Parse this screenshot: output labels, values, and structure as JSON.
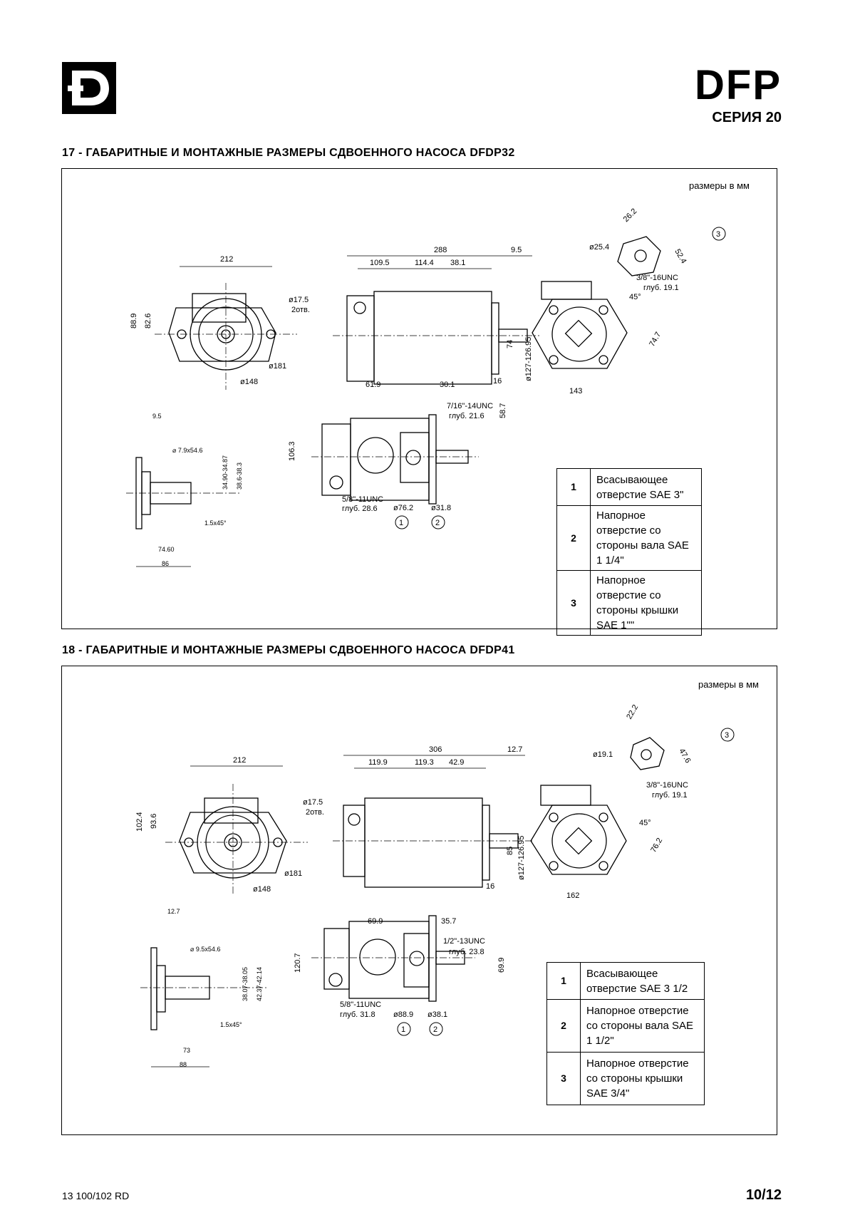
{
  "header": {
    "series_code": "DFP",
    "series_label": "СЕРИЯ 20"
  },
  "sections": [
    {
      "title": "17 - ГАБАРИТНЫЕ И МОНТАЖНЫЕ РАЗМЕРЫ СДВОЕННОГО НАСОСА DFDP32",
      "units_note": "размеры в мм",
      "dims": {
        "front_width": "212",
        "bolt_hole": "ø17.5",
        "holes_count": "2отв.",
        "h1": "88.9",
        "h2": "82.6",
        "d181": "ø181",
        "d148": "ø148",
        "len_total": "288",
        "flange_t": "9.5",
        "len_a": "109.5",
        "len_b": "114.4",
        "len_c": "38.1",
        "shaft_d": "ø127-126.95",
        "shaft_len": "16",
        "p3_a": "26.2",
        "p3_b": "52.4",
        "p3_d": "ø25.4",
        "p3_thread": "3/8\"-16UNC",
        "p3_depth": "глуб. 19.1",
        "angle": "45°",
        "rear_h": "74",
        "rear_diag": "74.7",
        "rear_w": "143",
        "key_t": "9.5",
        "key": "⌀ 7.9x54.6",
        "shaft_tol1": "34.90-34.87",
        "shaft_tol2": "38.6-38.3",
        "chamfer": "1.5x45°",
        "shaft_l1": "74.60",
        "shaft_l2": "86",
        "top_a": "61.9",
        "top_b": "30.1",
        "port_thread": "7/16\"-14UNC",
        "port_depth": "глуб. 21.6",
        "port_h": "58.7",
        "side_h": "106.3",
        "inlet_thread": "5/8\"-11UNC",
        "inlet_depth": "глуб. 28.6",
        "inlet_d": "ø76.2",
        "outlet_d": "ø31.8"
      },
      "legend": [
        {
          "num": "1",
          "text": "Всасывающее отверстие SAE 3\""
        },
        {
          "num": "2",
          "text": "Напорное отверстие со стороны вала SAE 1 1/4\""
        },
        {
          "num": "3",
          "text": "Напорное отверстие со стороны крышки SAE 1\"\""
        }
      ]
    },
    {
      "title": "18 - ГАБАРИТНЫЕ И МОНТАЖНЫЕ РАЗМЕРЫ СДВОЕННОГО НАСОСА DFDP41",
      "units_note": "размеры в мм",
      "dims": {
        "front_width": "212",
        "bolt_hole": "ø17.5",
        "holes_count": "2отв.",
        "h1": "102.4",
        "h2": "93.6",
        "d181": "ø181",
        "d148": "ø148",
        "len_total": "306",
        "flange_t": "12.7",
        "len_a": "119.9",
        "len_b": "119.3",
        "len_c": "42.9",
        "shaft_d": "ø127-126.95",
        "shaft_len": "16",
        "p3_a": "22.2",
        "p3_b": "47.6",
        "p3_d": "ø19.1",
        "p3_thread": "3/8\"-16UNC",
        "p3_depth": "глуб. 19.1",
        "angle": "45°",
        "rear_h": "85",
        "rear_diag": "76.2",
        "rear_w": "162",
        "key_t": "12.7",
        "key": "⌀ 9.5x54.6",
        "shaft_tol1": "38.07-38.05",
        "shaft_tol2": "42.37-42.14",
        "chamfer": "1.5x45°",
        "shaft_l1": "73",
        "shaft_l2": "88",
        "top_a": "69.9",
        "top_b": "35.7",
        "port_thread": "1/2\"-13UNC",
        "port_depth": "глуб. 23.8",
        "port_h": "69.9",
        "side_h": "120.7",
        "inlet_thread": "5/8\"-11UNC",
        "inlet_depth": "глуб. 31.8",
        "inlet_d": "ø88.9",
        "outlet_d": "ø38.1"
      },
      "legend": [
        {
          "num": "1",
          "text": "Всасывающее отверстие SAE 3 1/2"
        },
        {
          "num": "2",
          "text": "Напорное отверстие со стороны вала SAE 1 1/2\""
        },
        {
          "num": "3",
          "text": "Напорное отверстие со стороны крышки SAE 3/4\""
        }
      ]
    }
  ],
  "port_markers": [
    "1",
    "2",
    "3"
  ],
  "footer": {
    "doc_code": "13 100/102 RD",
    "page": "10/12"
  }
}
